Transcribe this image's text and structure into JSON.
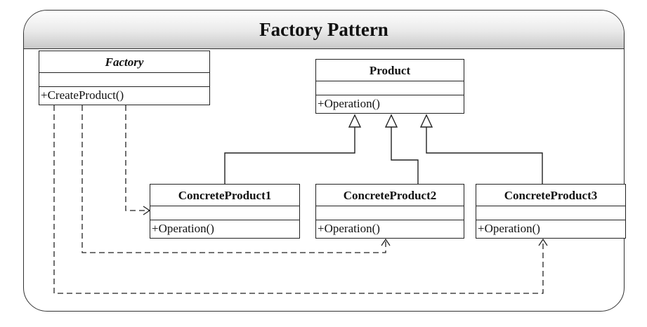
{
  "diagram": {
    "title": "Factory Pattern",
    "classes": {
      "factory": {
        "name": "Factory",
        "abstract": true,
        "operation": "+CreateProduct()"
      },
      "product": {
        "name": "Product",
        "abstract": false,
        "operation": "+Operation()"
      },
      "cp1": {
        "name": "ConcreteProduct1",
        "operation": "+Operation()"
      },
      "cp2": {
        "name": "ConcreteProduct2",
        "operation": "+Operation()"
      },
      "cp3": {
        "name": "ConcreteProduct3",
        "operation": "+Operation()"
      }
    },
    "relations": [
      {
        "type": "generalization",
        "from": "ConcreteProduct1",
        "to": "Product"
      },
      {
        "type": "generalization",
        "from": "ConcreteProduct2",
        "to": "Product"
      },
      {
        "type": "generalization",
        "from": "ConcreteProduct3",
        "to": "Product"
      },
      {
        "type": "dependency",
        "from": "Factory",
        "to": "ConcreteProduct1"
      },
      {
        "type": "dependency",
        "from": "Factory",
        "to": "ConcreteProduct2"
      },
      {
        "type": "dependency",
        "from": "Factory",
        "to": "ConcreteProduct3"
      }
    ],
    "colors": {
      "line": "#222222",
      "title_band": "#d8d8d8"
    }
  }
}
